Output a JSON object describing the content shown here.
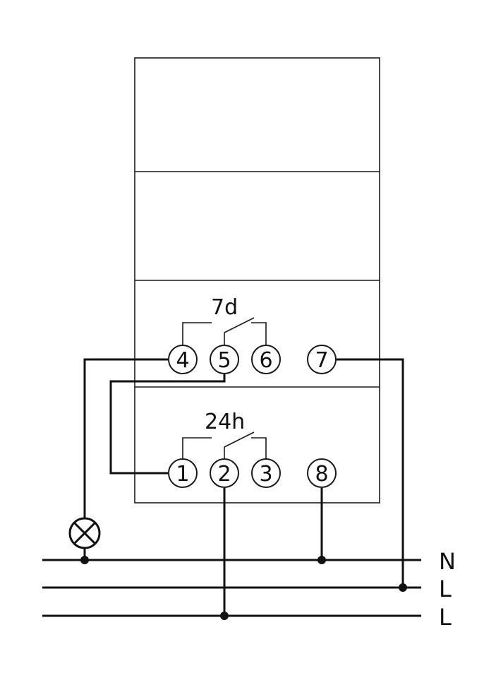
{
  "module_7d": {
    "label": "7d",
    "terminals": [
      "4",
      "5",
      "6",
      "7"
    ]
  },
  "module_24h": {
    "label": "24h",
    "terminals": [
      "1",
      "2",
      "3",
      "8"
    ]
  },
  "supply_lines": {
    "top": "N",
    "middle": "L",
    "bottom": "L"
  }
}
